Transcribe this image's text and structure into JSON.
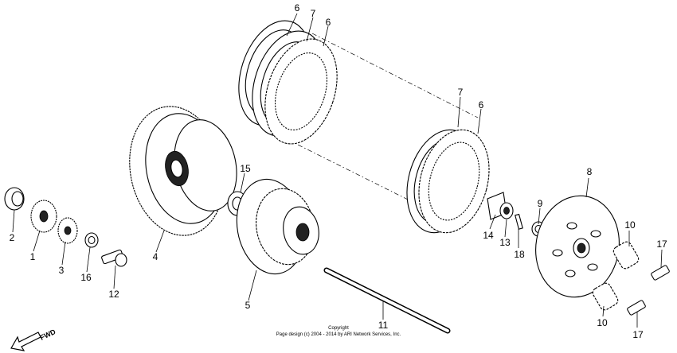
{
  "callouts": [
    {
      "id": "c6a",
      "text": "6"
    },
    {
      "id": "c7a",
      "text": "7"
    },
    {
      "id": "c6b",
      "text": "6"
    },
    {
      "id": "c7b",
      "text": "7"
    },
    {
      "id": "c6c",
      "text": "6"
    },
    {
      "id": "c8",
      "text": "8"
    },
    {
      "id": "c9",
      "text": "9"
    },
    {
      "id": "c14",
      "text": "14"
    },
    {
      "id": "c13",
      "text": "13"
    },
    {
      "id": "c18",
      "text": "18"
    },
    {
      "id": "c10a",
      "text": "10"
    },
    {
      "id": "c10b",
      "text": "10"
    },
    {
      "id": "c17a",
      "text": "17"
    },
    {
      "id": "c17b",
      "text": "17"
    },
    {
      "id": "c15",
      "text": "15"
    },
    {
      "id": "c4",
      "text": "4"
    },
    {
      "id": "c5",
      "text": "5"
    },
    {
      "id": "c11",
      "text": "11"
    },
    {
      "id": "c2",
      "text": "2"
    },
    {
      "id": "c1",
      "text": "1"
    },
    {
      "id": "c3",
      "text": "3"
    },
    {
      "id": "c16",
      "text": "16"
    },
    {
      "id": "c12",
      "text": "12"
    }
  ],
  "copyright_line1": "Copyright",
  "copyright_line2": "Page design (c) 2004 - 2014 by ARI Network Services, Inc.",
  "fwd_label": "FWD"
}
